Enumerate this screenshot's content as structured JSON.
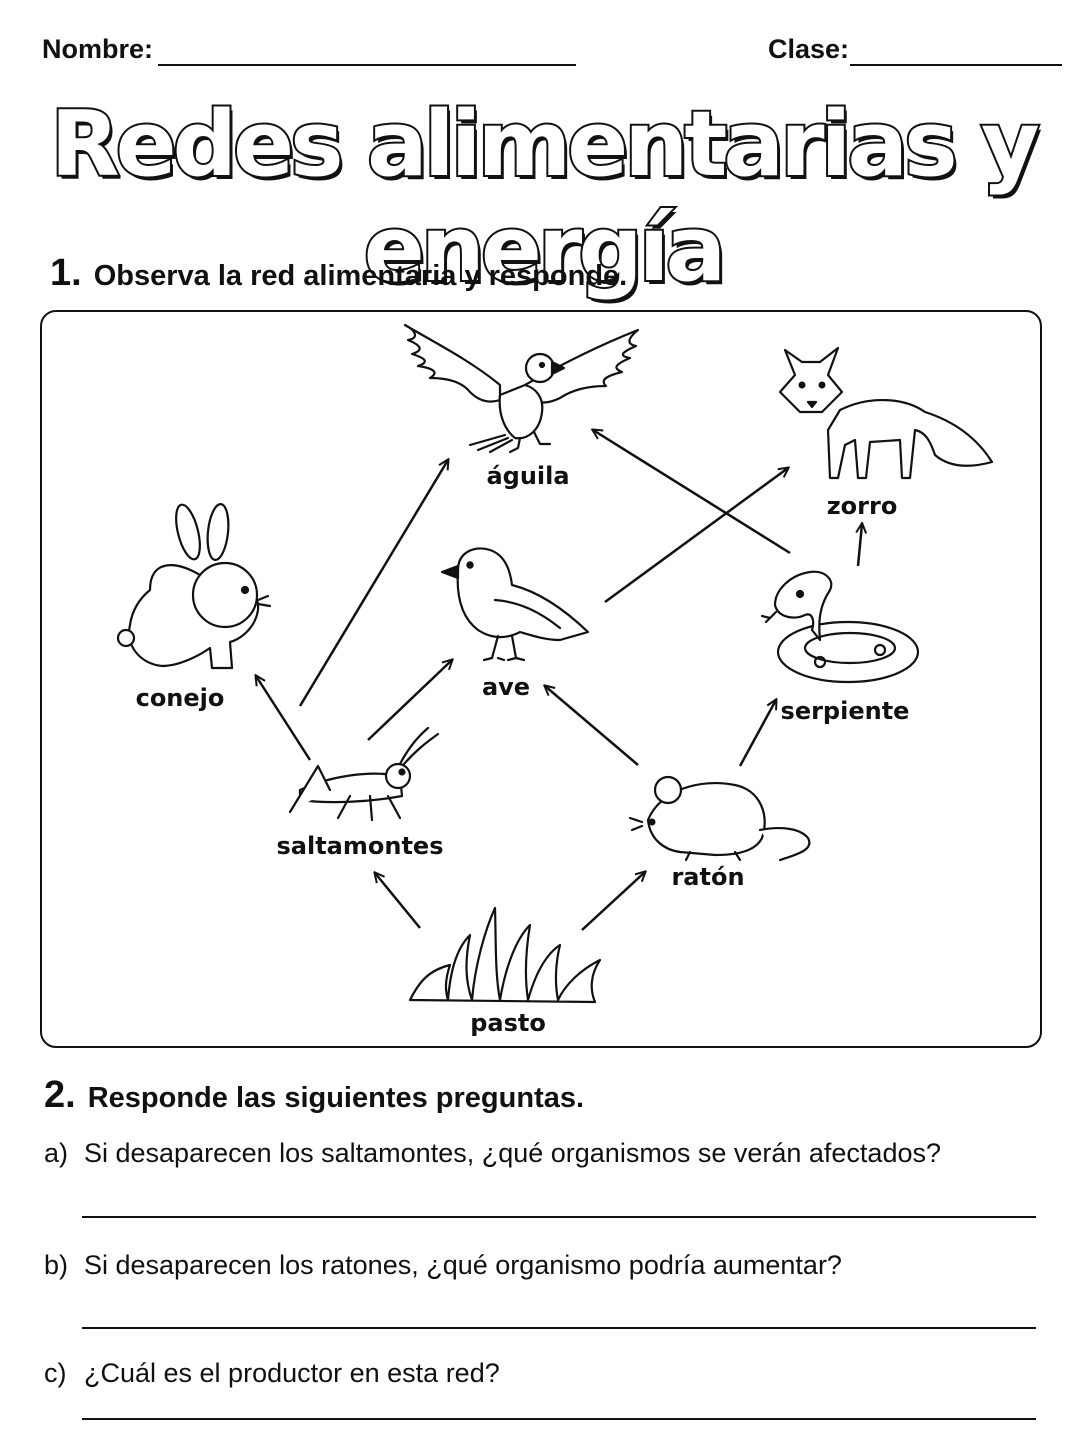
{
  "header": {
    "name_label": "Nombre:",
    "class_label": "Clase:"
  },
  "title": "Redes alimentarias y energía",
  "section1": {
    "number": "1.",
    "text": "Observa la red alimentaria y responde."
  },
  "food_web": {
    "organisms": {
      "aguila": "águila",
      "zorro": "zorro",
      "conejo": "conejo",
      "ave": "ave",
      "serpiente": "serpiente",
      "saltamontes": "saltamontes",
      "raton": "ratón",
      "pasto": "pasto"
    },
    "arrows": [
      [
        "pasto",
        "saltamontes"
      ],
      [
        "pasto",
        "ratón"
      ],
      [
        "saltamontes",
        "conejo"
      ],
      [
        "saltamontes",
        "águila"
      ],
      [
        "saltamontes",
        "ave"
      ],
      [
        "ratón",
        "ave"
      ],
      [
        "ratón",
        "serpiente"
      ],
      [
        "serpiente",
        "zorro"
      ],
      [
        "serpiente",
        "águila"
      ],
      [
        "ave",
        "zorro"
      ]
    ]
  },
  "section2": {
    "number": "2.",
    "text": "Responde las siguientes preguntas."
  },
  "questions": [
    {
      "letter": "a)",
      "text": "Si desaparecen los saltamontes, ¿qué organismos se verán afectados?"
    },
    {
      "letter": "b)",
      "text": "Si desaparecen los ratones, ¿qué organismo podría aumentar?"
    },
    {
      "letter": "c)",
      "text": "¿Cuál es el productor en esta red?"
    }
  ]
}
